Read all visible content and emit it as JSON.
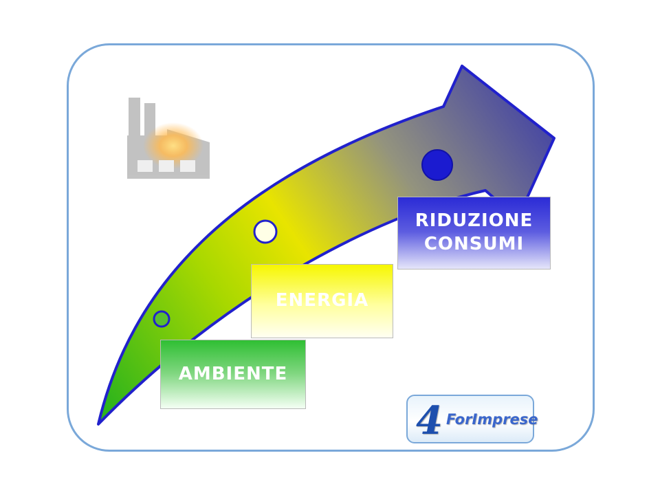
{
  "slide": {
    "background": "#ffffff",
    "border_color": "#7aa8d9"
  },
  "arrow": {
    "outline_color": "#2121cc",
    "gradient_colors": [
      "#2db41c",
      "#e8e400",
      "#4747a3"
    ],
    "direction": "bottom-left to top-right"
  },
  "stages": [
    {
      "label": "AMBIENTE",
      "color": "#2fbf33",
      "dot": "small-green-circle"
    },
    {
      "label": "ENERGIA",
      "color": "#f6f600",
      "dot": "medium-white-circle"
    },
    {
      "label": "RIDUZIONE CONSUMI",
      "color": "#2b2bd6",
      "dot": "large-blue-circle"
    }
  ],
  "factory": {
    "icon": "factory-icon",
    "glow_color": "#ff9a00"
  },
  "logo": {
    "glyph": "4",
    "text": "ForImprese",
    "text_color": "#3a66cc"
  }
}
